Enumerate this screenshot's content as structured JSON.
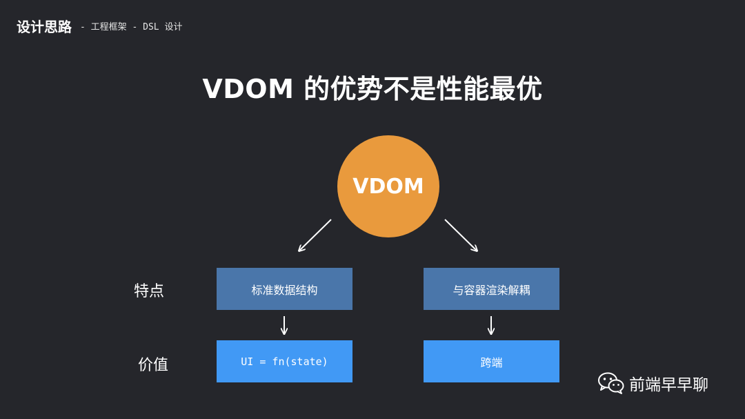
{
  "header": {
    "title": "设计思路",
    "subtitle": "- 工程框架 - DSL 设计"
  },
  "title": "VDOM 的优势不是性能最优",
  "diagram": {
    "root": "VDOM",
    "row_labels": {
      "features": "特点",
      "values": "价值"
    },
    "left": {
      "feature": "标准数据结构",
      "value": "UI = fn(state)"
    },
    "right": {
      "feature": "与容器渲染解耦",
      "value": "跨端"
    }
  },
  "watermark": {
    "icon": "wechat-icon",
    "text": "前端早早聊"
  },
  "colors": {
    "background": "#25262b",
    "root_circle": "#e99a3d",
    "feature_box": "#4a76aa",
    "value_box": "#4199f5",
    "arrow": "#ffffff"
  }
}
